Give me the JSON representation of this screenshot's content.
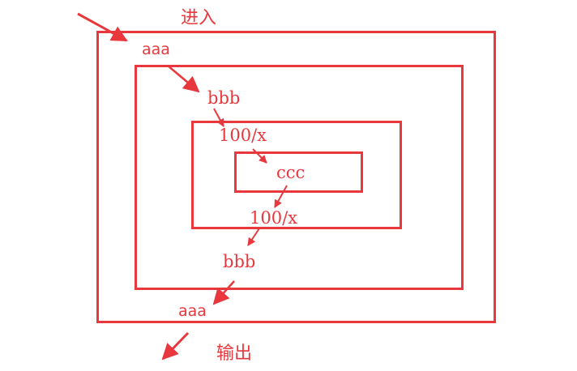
{
  "diagram": {
    "enter_label": "进入",
    "exit_label": "输出",
    "labels": {
      "aaa_in": "aaa",
      "bbb_in": "bbb",
      "hundred_in": "100/x",
      "ccc": "ccc",
      "hundred_out": "100/x",
      "bbb_out": "bbb",
      "aaa_out": "aaa"
    },
    "colors": {
      "stroke": "#e8383d",
      "text": "#e8383d",
      "background": "#ffffff"
    }
  }
}
